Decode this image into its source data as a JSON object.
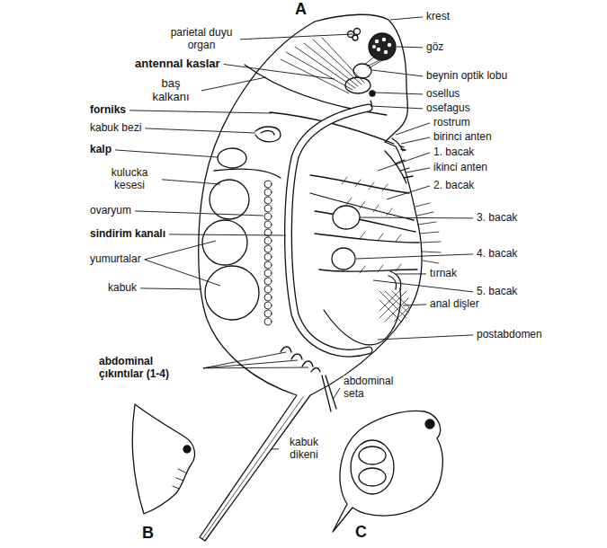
{
  "diagram": {
    "labels": [
      "A",
      "krest",
      "parietal duyu organ",
      "göz",
      "antennal kaslar",
      "beynin optik lobu",
      "baş kalkanı",
      "osellus",
      "forniks",
      "osefagus",
      "rostrum",
      "kabuk bezi",
      "birinci anten",
      "kalp",
      "1. bacak",
      "ikinci anten",
      "kulucka kesesi",
      "2. bacak",
      "ovaryum",
      "3. bacak",
      "sindirim kanalı",
      "yumurtalar",
      "4. bacak",
      "tırnak",
      "kabuk",
      "5. bacak",
      "anal dişler",
      "postabdomen",
      "abdominal çıkıntılar (1-4)",
      "abdominal seta",
      "kabuk dikeni",
      "B",
      "C"
    ]
  }
}
